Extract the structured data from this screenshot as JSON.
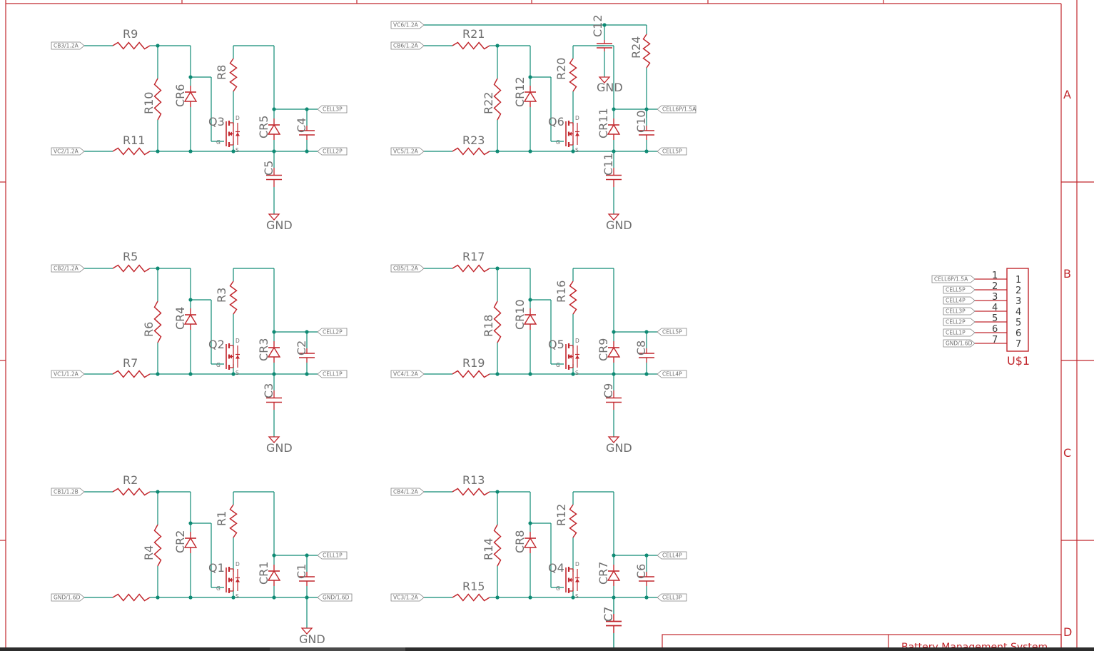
{
  "colors": {
    "wire": "#0f8a74",
    "part": "#c1272d",
    "label": "#6f6f6f",
    "frame": "#c1272d",
    "net_fill": "#ffffff"
  },
  "frame": {
    "rows": [
      "A",
      "B",
      "C",
      "D"
    ]
  },
  "modules": [
    {
      "rA": "R9",
      "rB": "R10",
      "rC": "R11",
      "rD": "R8",
      "dz": "CR6",
      "q": "Q3",
      "cr": "CR5",
      "cs": "C4",
      "cg": "C5",
      "top": "CB3/1.2A",
      "bot": "VC2/1.2A",
      "rt": "CELL3P",
      "rb": "CELL2P",
      "gnd": "GND"
    },
    {
      "rA": "R21",
      "rB": "R22",
      "rC": "R23",
      "rD": "R20",
      "dz": "CR12",
      "q": "Q6",
      "cr": "CR11",
      "cs": "C10",
      "cg": "C11",
      "top": "CB6/1.2A",
      "bot": "VC5/1.2A",
      "rt": "CELL6P/1.5A",
      "rb": "CELL5P",
      "gnd": "GND"
    },
    {
      "rA": "R5",
      "rB": "R6",
      "rC": "R7",
      "rD": "R3",
      "dz": "CR4",
      "q": "Q2",
      "cr": "CR3",
      "cs": "C2",
      "cg": "C3",
      "top": "CB2/1.2A",
      "bot": "VC1/1.2A",
      "rt": "CELL2P",
      "rb": "CELL1P",
      "gnd": "GND"
    },
    {
      "rA": "R17",
      "rB": "R18",
      "rC": "R19",
      "rD": "R16",
      "dz": "CR10",
      "q": "Q5",
      "cr": "CR9",
      "cs": "C8",
      "cg": "C9",
      "top": "CB5/1.2A",
      "bot": "VC4/1.2A",
      "rt": "CELL5P",
      "rb": "CELL4P",
      "gnd": "GND"
    },
    {
      "rA": "R2",
      "rB": "R4",
      "rC": "",
      "rD": "R1",
      "dz": "CR2",
      "q": "Q1",
      "cr": "CR1",
      "cs": "C1",
      "cg": "",
      "top": "CB1/1.2B",
      "bot": "GND/1.6D",
      "rt": "CELL1P",
      "rb": "GND/1.6D",
      "gnd": "GND"
    },
    {
      "rA": "R13",
      "rB": "R14",
      "rC": "R15",
      "rD": "R12",
      "dz": "CR8",
      "q": "Q4",
      "cr": "CR7",
      "cs": "C6",
      "cg": "C7",
      "top": "CB4/1.2A",
      "bot": "VC3/1.2A",
      "rt": "CELL4P",
      "rb": "CELL3P",
      "gnd": ""
    }
  ],
  "pin_labels": {
    "d": "D",
    "g": "G",
    "s": "S"
  },
  "extras": {
    "vc6": "VC6/1.2A",
    "c12": "C12",
    "r24": "R24",
    "gnd12": "GND"
  },
  "connector": {
    "name": "U$1",
    "nets": [
      "CELL6P/1.5A",
      "CELL5P",
      "CELL4P",
      "CELL3P",
      "CELL2P",
      "CELL1P",
      "GND/1.6D"
    ],
    "pins": [
      "1",
      "2",
      "3",
      "4",
      "5",
      "6",
      "7"
    ]
  },
  "title_block": {
    "title": "Battery Management System"
  }
}
